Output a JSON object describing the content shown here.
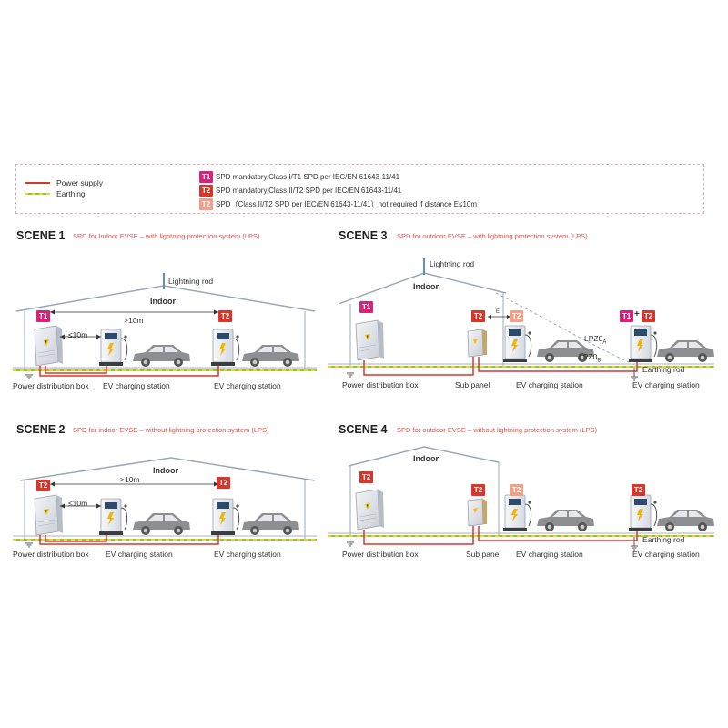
{
  "colors": {
    "power": "#d9362b",
    "earth_green": "#8cc63f",
    "earth_yellow": "#f2d02b",
    "t1": "#d6247a",
    "t2": "#d9362b",
    "t2_optional": "#f0a089",
    "building": "#9aa8b8",
    "accent_text": "#d9534f"
  },
  "legend": {
    "power_supply": "Power supply",
    "earthing": "Earthing",
    "t1_badge": "T1",
    "t1_text": "SPD mandatory,Class I/T1 SPD per IEC/EN 61643-11/41",
    "t2_badge": "T2",
    "t2_text": "SPD mandatory,Class II/T2 SPD per IEC/EN 61643-11/41",
    "t2o_badge": "T2",
    "t2o_text": "SPD（Class II/T2 SPD per IEC/EN 61643-11/41）not required if distance E≤10m"
  },
  "scene1": {
    "title": "SCENE 1",
    "subtitle": "SPD for Indoor EVSE – with lightning protection system (LPS)",
    "lightning_rod": "Lightning rod",
    "indoor": "Indoor",
    "dist_far": ">10m",
    "dist_near": "≤10m",
    "badge_left": "T1",
    "badge_right": "T2",
    "label_pdb": "Power distribution box",
    "label_ev1": "EV charging station",
    "label_ev2": "EV charging station"
  },
  "scene2": {
    "title": "SCENE 2",
    "subtitle": "SPD for indoor EVSE – without lightning protection system (LPS)",
    "indoor": "Indoor",
    "dist_far": ">10m",
    "dist_near": "≤10m",
    "badge_left": "T2",
    "badge_right": "T2",
    "label_pdb": "Power distribution box",
    "label_ev1": "EV charging station",
    "label_ev2": "EV charging station"
  },
  "scene3": {
    "title": "SCENE 3",
    "subtitle": "SPD for outdoor EVSE – with lightning protection system (LPS)",
    "lightning_rod": "Lightning rod",
    "indoor": "Indoor",
    "badge_pdb": "T1",
    "badge_sub": "T2",
    "badge_sub_opt": "T2",
    "dist_sub": "E",
    "badge_out_t1": "T1",
    "plus": "+",
    "badge_out_t2": "T2",
    "lpz_a": "LPZ0",
    "lpz_a_sub": "A",
    "lpz_b": "LPZ0",
    "lpz_b_sub": "B",
    "earthing_rod": "Earthing rod",
    "label_pdb": "Power distribution box",
    "label_sub": "Sub panel",
    "label_ev1": "EV charging station",
    "label_ev2": "EV charging station"
  },
  "scene4": {
    "title": "SCENE 4",
    "subtitle": "SPD for outdoor EVSE – without lightning protection system (LPS)",
    "indoor": "Indoor",
    "badge_pdb": "T2",
    "badge_sub": "T2",
    "badge_sub_opt": "T2",
    "badge_out": "T2",
    "earthing_rod": "Earthing rod",
    "label_pdb": "Power distribution box",
    "label_sub": "Sub panel",
    "label_ev1": "EV charging station",
    "label_ev2": "EV charging station"
  }
}
